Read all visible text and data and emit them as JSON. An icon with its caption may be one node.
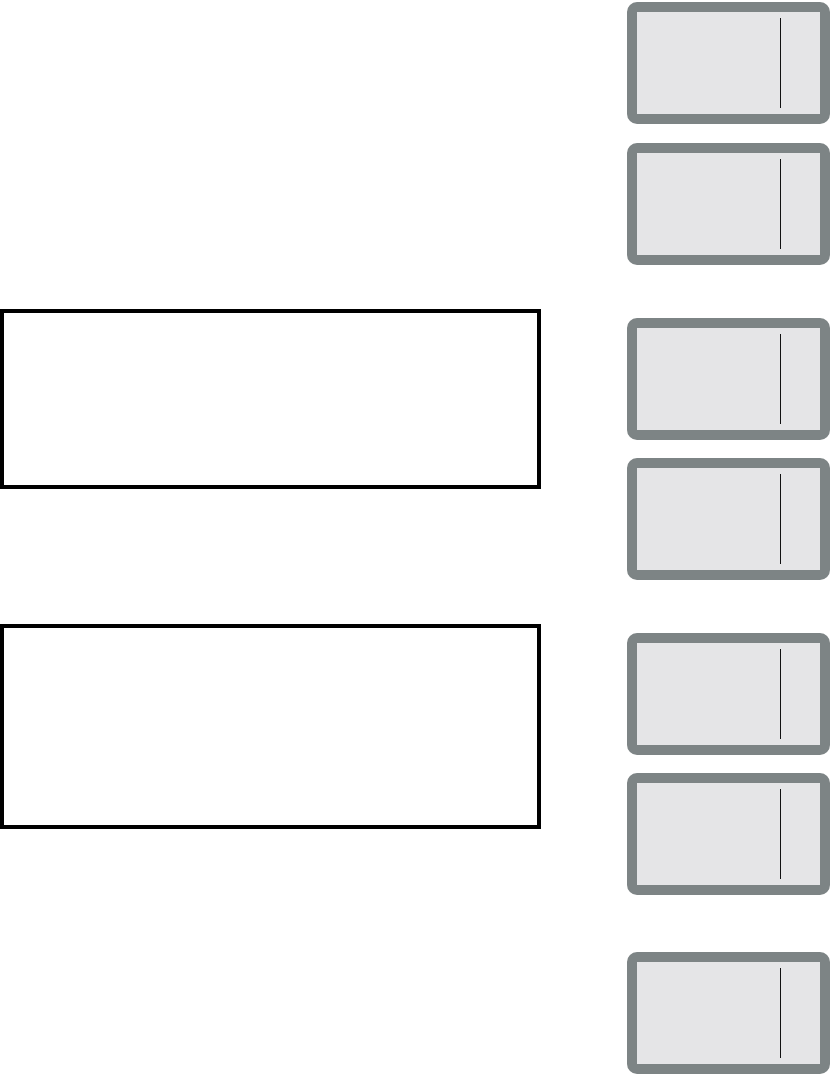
{
  "diagram": {
    "nodes": [
      {
        "text": [],
        "shape": "panel"
      },
      {
        "text": [],
        "shape": "panel"
      },
      {
        "text": [],
        "shape": "box"
      },
      {
        "text": [],
        "shape": "panel"
      },
      {
        "text": [],
        "shape": "panel"
      },
      {
        "text": [],
        "shape": "box"
      },
      {
        "text": [],
        "shape": "panel"
      },
      {
        "text": [],
        "shape": "panel"
      },
      {
        "text": [],
        "shape": "panel"
      }
    ]
  }
}
